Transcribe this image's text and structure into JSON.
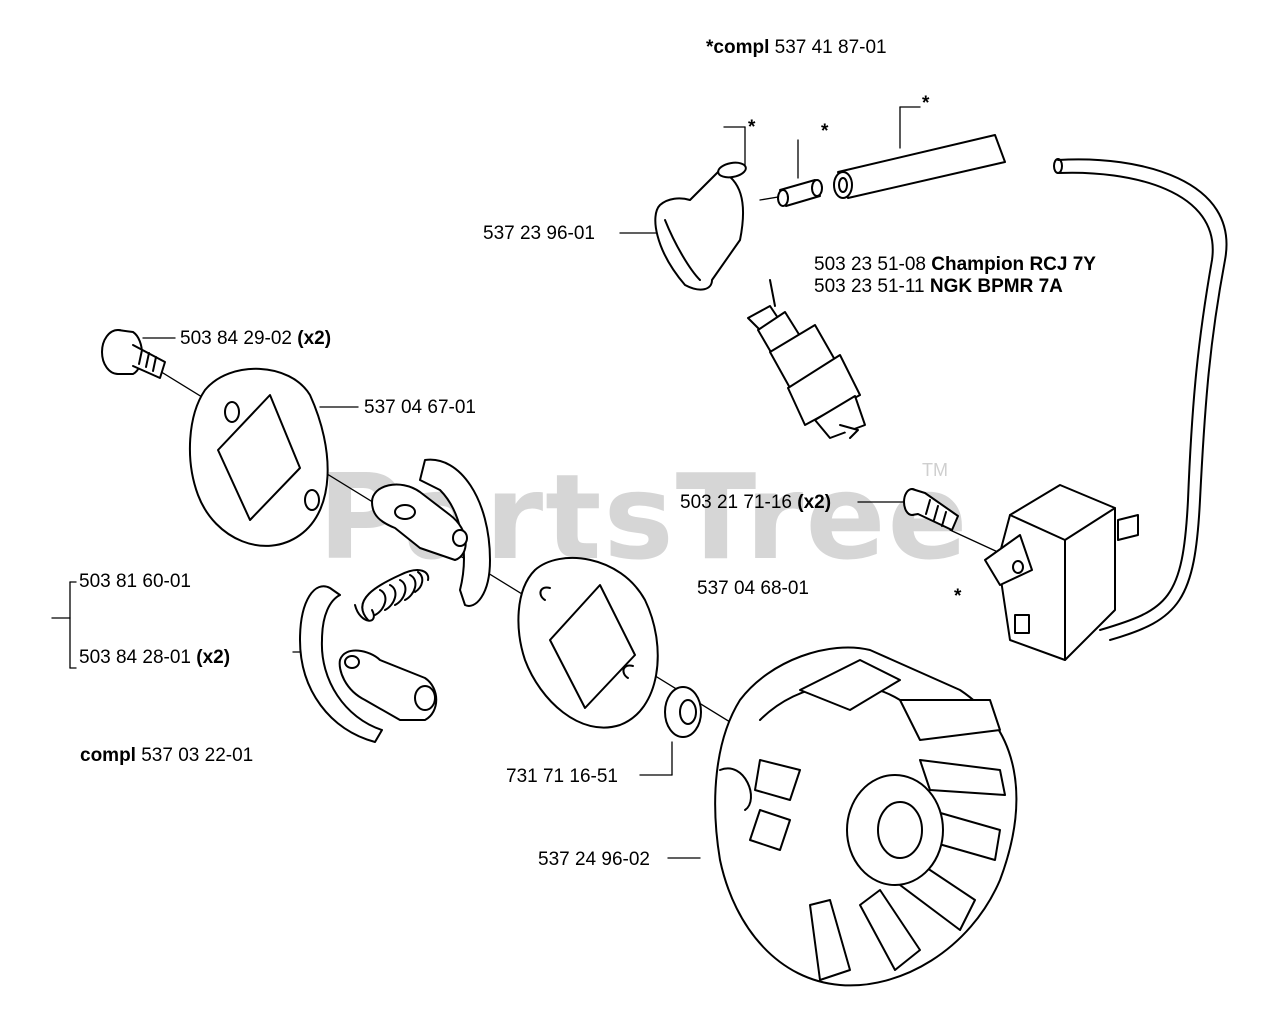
{
  "watermark": {
    "text": "PartsTree",
    "tm": "TM"
  },
  "labels": {
    "ignition_compl": {
      "prefix": "*compl",
      "part": "537 41 87-01"
    },
    "star_marker": "*",
    "cap": "537 23 96-01",
    "spark_plug_1": {
      "part": "503 23 51-08",
      "name": "Champion RCJ 7Y"
    },
    "spark_plug_2": {
      "part": "503 23 51-11",
      "name": "NGK BPMR 7A"
    },
    "bolt_top": {
      "part": "503 84 29-02",
      "qty": "(x2)"
    },
    "plate_1": "537 04 67-01",
    "coil_screw": {
      "part": "503 21 71-16",
      "qty": "(x2)"
    },
    "plate_2": "537 04 68-01",
    "spring": "503 81 60-01",
    "shoe": {
      "part": "503 84 28-01",
      "qty": "(x2)"
    },
    "clutch_compl": {
      "prefix": "compl",
      "part": "537 03 22-01"
    },
    "washer": "731 71 16-51",
    "flywheel": "537 24 96-02"
  }
}
